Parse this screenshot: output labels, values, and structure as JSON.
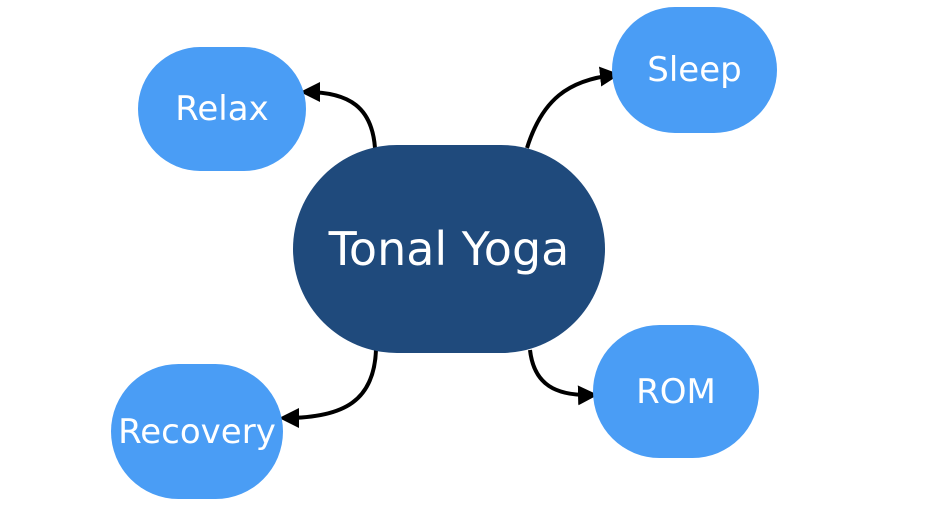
{
  "colors": {
    "center_fill": "#1f4a7c",
    "satellite_fill": "#4a9df5",
    "text": "#ffffff",
    "arrow": "#000000"
  },
  "center": {
    "label": "Tonal Yoga"
  },
  "satellites": {
    "relax": {
      "label": "Relax"
    },
    "sleep": {
      "label": "Sleep"
    },
    "recovery": {
      "label": "Recovery"
    },
    "rom": {
      "label": "ROM"
    }
  },
  "edges": [
    {
      "from": "Tonal Yoga",
      "to": "Relax"
    },
    {
      "from": "Tonal Yoga",
      "to": "Sleep"
    },
    {
      "from": "Tonal Yoga",
      "to": "Recovery"
    },
    {
      "from": "Tonal Yoga",
      "to": "ROM"
    }
  ]
}
